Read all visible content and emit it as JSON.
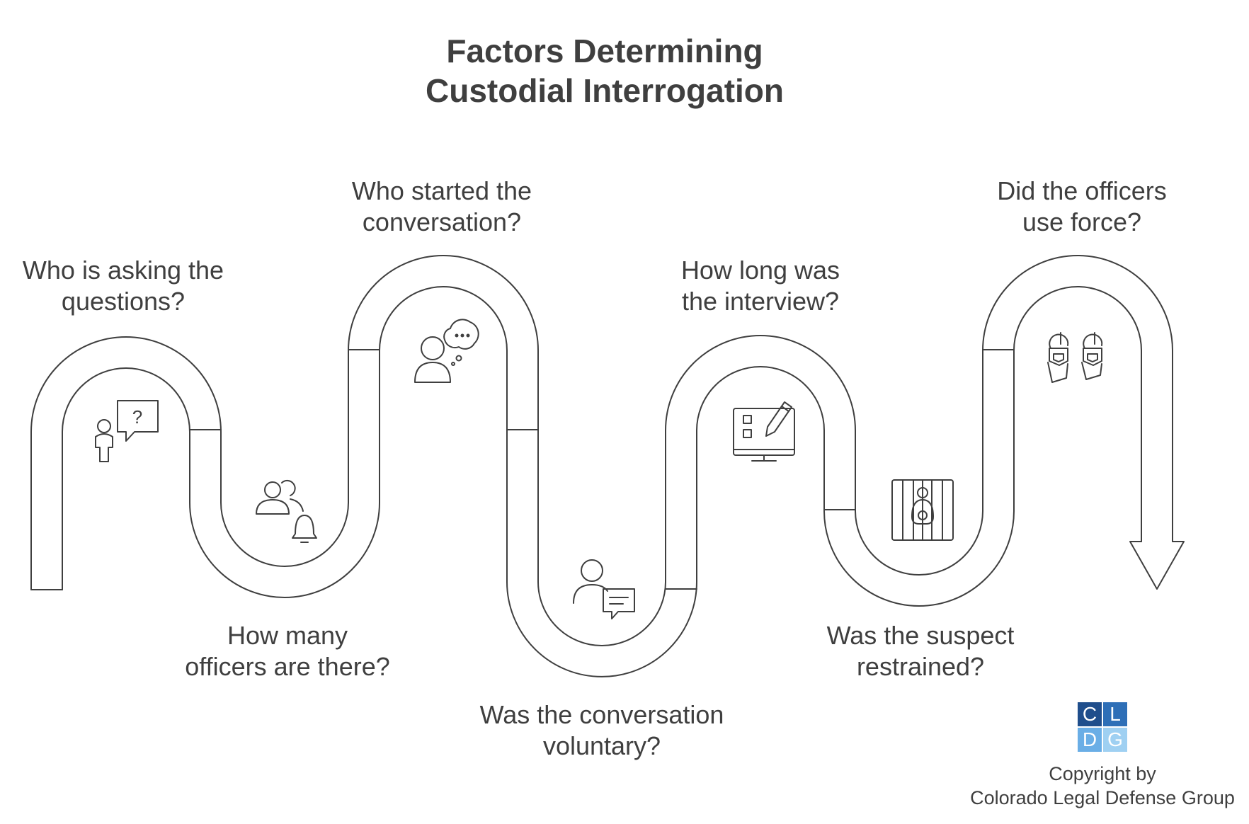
{
  "title": {
    "line1": "Factors Determining",
    "line2": "Custodial Interrogation"
  },
  "steps": [
    {
      "id": "asking",
      "line1": "Who is asking the",
      "line2": "questions?",
      "icon": "person-question-icon"
    },
    {
      "id": "officers",
      "line1": "How many",
      "line2": "officers are there?",
      "icon": "group-alert-icon"
    },
    {
      "id": "started",
      "line1": "Who started the",
      "line2": "conversation?",
      "icon": "person-thinking-icon"
    },
    {
      "id": "voluntary",
      "line1": "Was the conversation",
      "line2": "voluntary?",
      "icon": "person-chat-icon"
    },
    {
      "id": "duration",
      "line1": "How long was",
      "line2": "the interview?",
      "icon": "monitor-checklist-icon"
    },
    {
      "id": "restrained",
      "line1": "Was the suspect",
      "line2": "restrained?",
      "icon": "prisoner-bars-icon"
    },
    {
      "id": "force",
      "line1": "Did the officers",
      "line2": "use force?",
      "icon": "officers-badge-icon"
    }
  ],
  "logo": {
    "cells": [
      "C",
      "L",
      "D",
      "G"
    ],
    "colors": [
      "#1f4e8c",
      "#2e6fb7",
      "#6aaee6",
      "#9fd0f2"
    ]
  },
  "copyright": {
    "line1": "Copyright by",
    "line2": "Colorado Legal Defense Group"
  },
  "colors": {
    "stroke": "#3f3f3f",
    "text": "#3f3f3f"
  }
}
